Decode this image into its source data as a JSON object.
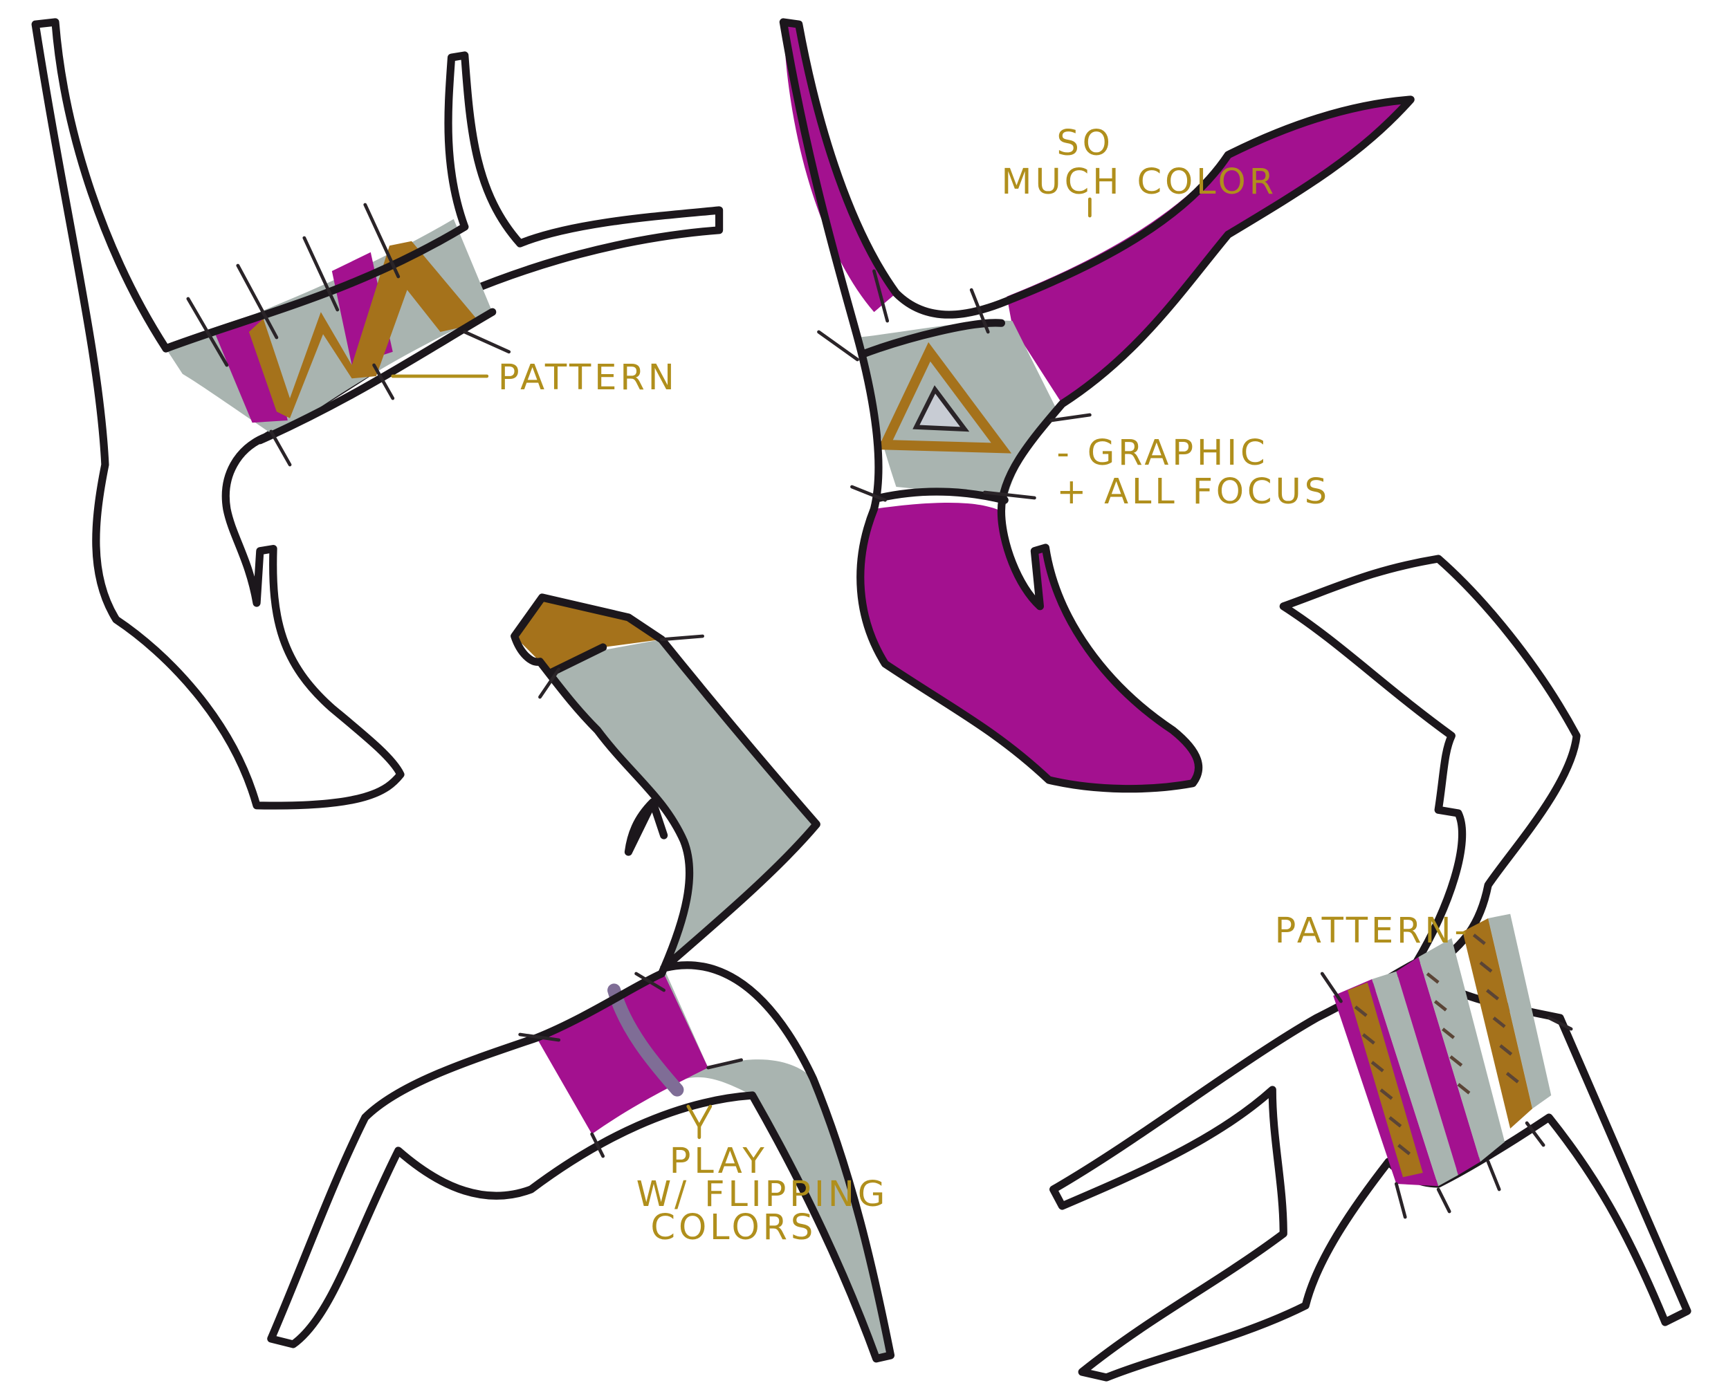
{
  "colors": {
    "magenta": "#a3118f",
    "silver": "#a9b4b0",
    "gold": "#a5721b",
    "outline": "#1c171c",
    "annotation": "#b08f1c",
    "background": "#ffffff"
  },
  "annotations": {
    "antler1_pattern": "PATTERN",
    "antler2_line1": "SO",
    "antler2_line2": "MUCH COLOR",
    "antler2_graphic_line1": "- GRAPHIC",
    "antler2_graphic_line2": "+ ALL FOCUS",
    "antler3_line1": "PLAY",
    "antler3_line2": "W/ FLIPPING",
    "antler3_line3": "COLORS",
    "antler4_pattern": "PATTERN-"
  }
}
